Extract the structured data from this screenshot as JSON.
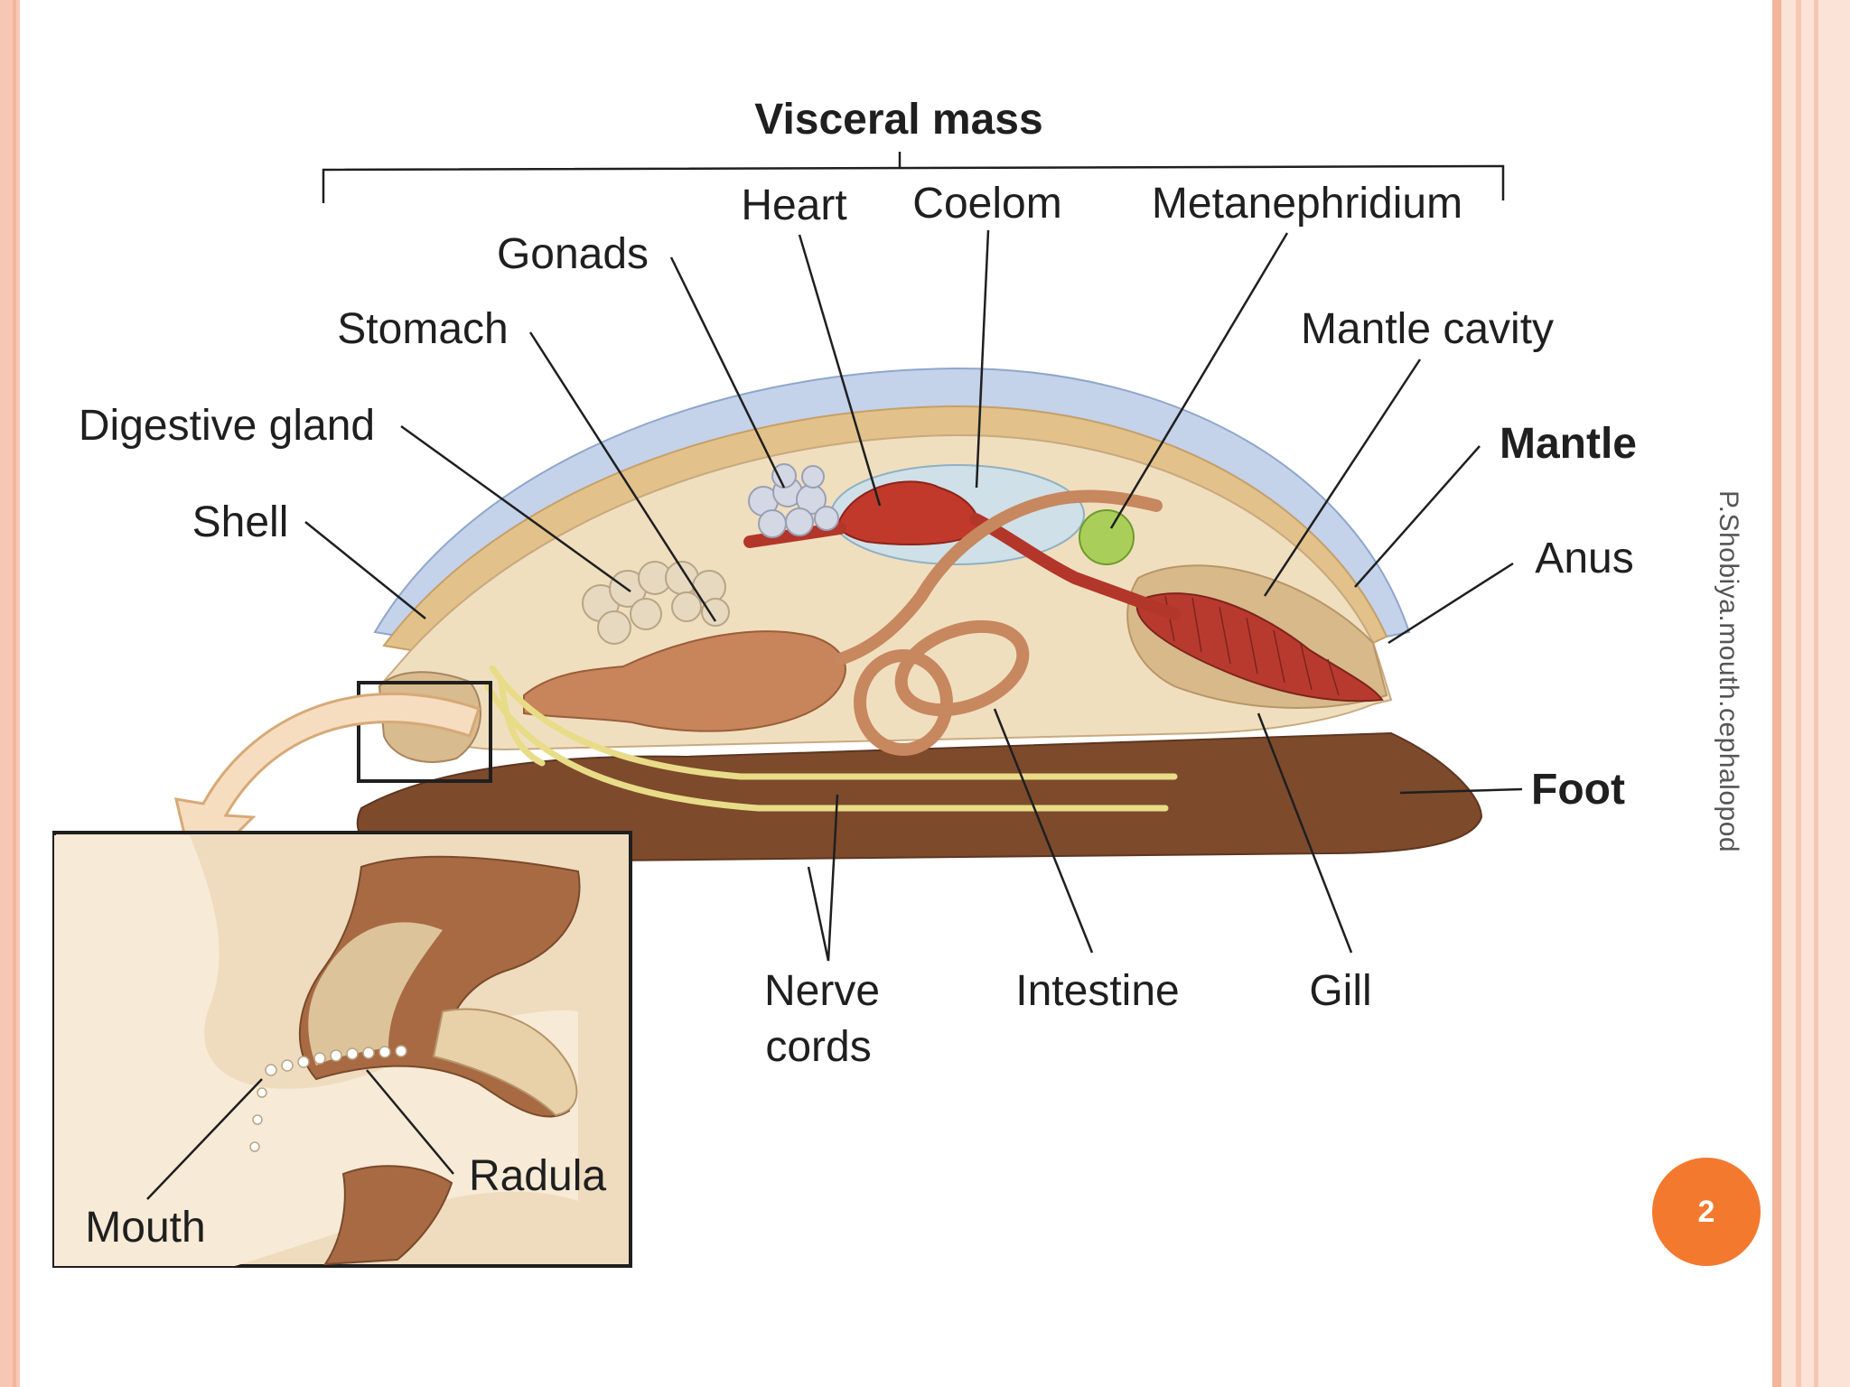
{
  "diagram": {
    "group_label": "Visceral mass",
    "labels": {
      "heart": "Heart",
      "coelom": "Coelom",
      "metanephridium": "Metanephridium",
      "gonads": "Gonads",
      "stomach": "Stomach",
      "mantle_cavity": "Mantle cavity",
      "digestive_gland": "Digestive gland",
      "mantle": "Mantle",
      "shell": "Shell",
      "anus": "Anus",
      "foot": "Foot",
      "nerve": "Nerve",
      "cords": "cords",
      "intestine": "Intestine",
      "gill": "Gill",
      "radula": "Radula",
      "mouth": "Mouth"
    }
  },
  "slide": {
    "side_note": "P.Shobiya.mouth.cephalopod",
    "page_number": "2"
  },
  "colors": {
    "accent": "#f2792e",
    "border": "#f6c8b4"
  }
}
